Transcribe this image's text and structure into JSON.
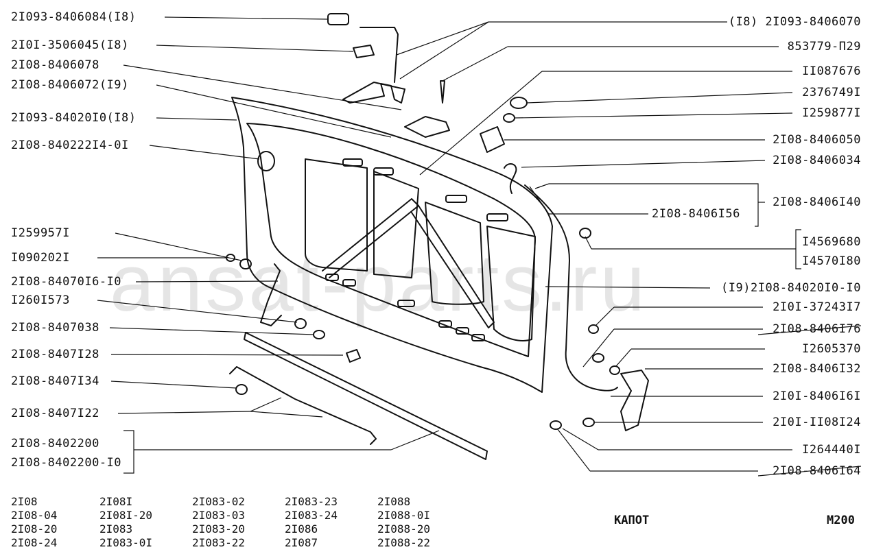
{
  "left_labels": [
    "2I093-8406084(I8)",
    "2I0I-3506045(I8)",
    "2I08-8406078",
    "2I08-8406072(I9)",
    "2I093-84020I0(I8)",
    "2I08-840222I4-0I",
    "I259957I",
    "I090202I",
    "2I08-84070I6-I0",
    "I260I573",
    "2I08-8407038",
    "2I08-8407I28",
    "2I08-8407I34",
    "2I08-8407I22",
    "2I08-8402200",
    "2I08-8402200-I0"
  ],
  "right_labels": [
    "(I8) 2I093-8406070",
    "853779-П29",
    "II087676",
    "2376749I",
    "I259877I",
    "2I08-8406050",
    "2I08-8406034",
    "2I08-8406I40",
    "2I08-8406I56",
    "I4569680",
    "I4570I80",
    "(I9)2I08-84020I0-I0",
    "2I0I-37243I7",
    "2I08-8406I76",
    "I2605370",
    "2I08-8406I32",
    "2I0I-8406I6I",
    "2I0I-II08I24",
    "I264440I",
    "2I08-8406I64"
  ],
  "model_columns": [
    [
      "2I08",
      "2I08-04",
      "2I08-20",
      "2I08-24"
    ],
    [
      "2I08I",
      "2I08I-20",
      "2I083",
      "2I083-0I"
    ],
    [
      "2I083-02",
      "2I083-03",
      "2I083-20",
      "2I083-22"
    ],
    [
      "2I083-23",
      "2I083-24",
      "2I086",
      "2I087"
    ],
    [
      "2I088",
      "2I088-0I",
      "2I088-20",
      "2I088-22"
    ]
  ],
  "title": "КАПОТ",
  "page_code": "M200",
  "watermark": "ansat-parts.ru"
}
